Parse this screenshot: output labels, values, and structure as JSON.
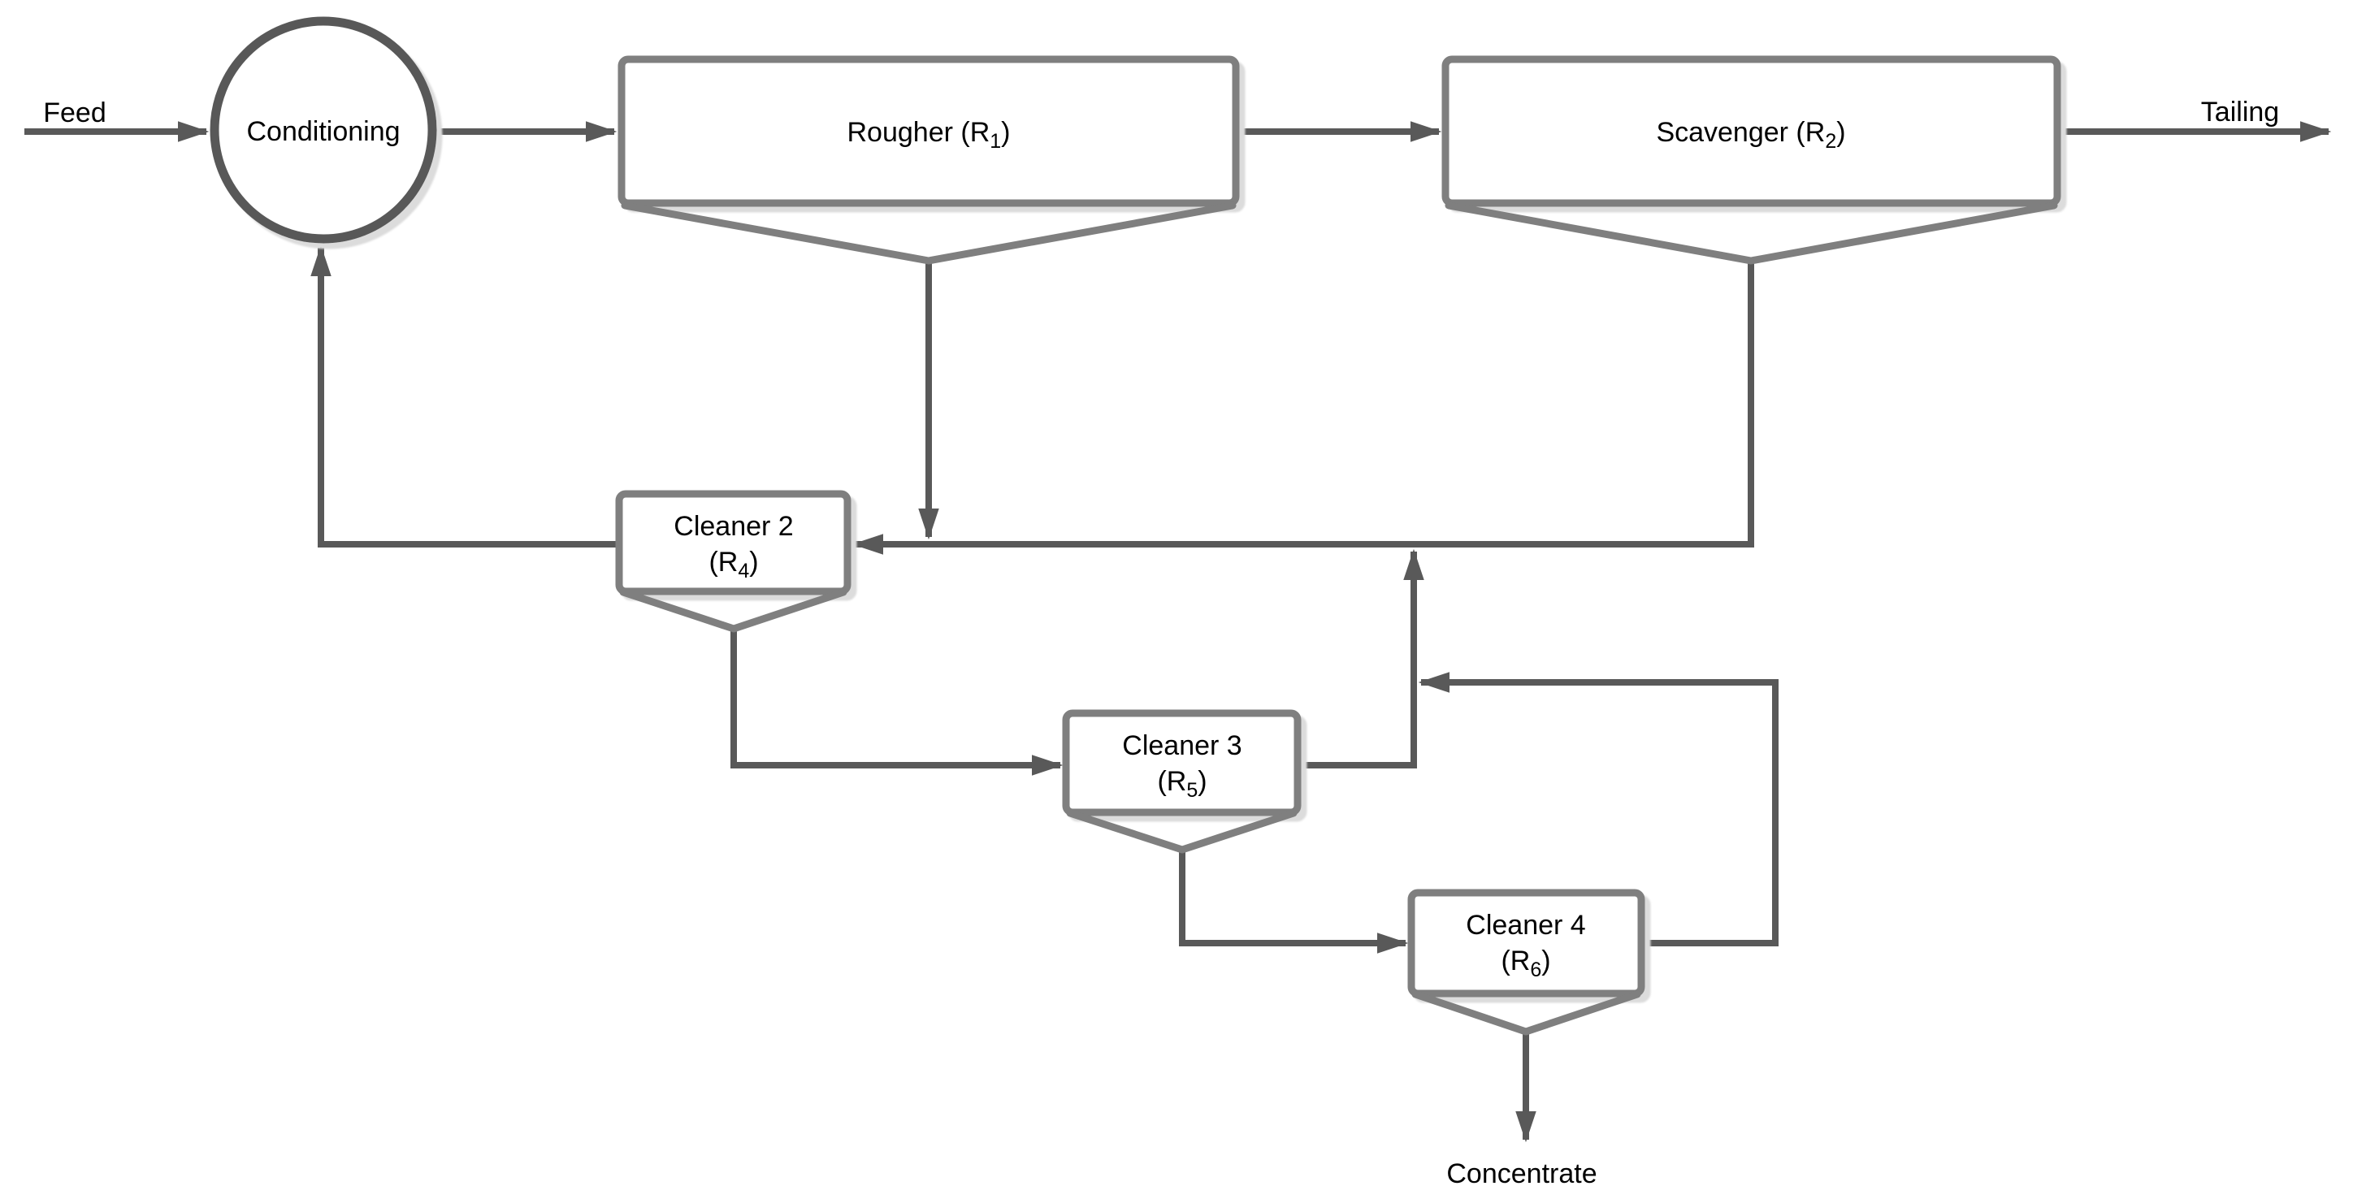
{
  "stream_labels": {
    "feed": "Feed",
    "tailing": "Tailing",
    "concentrate": "Concentrate"
  },
  "nodes": {
    "conditioning": {
      "label": "Conditioning"
    },
    "rougher": {
      "label_main": "Rougher (R",
      "label_sub": "1",
      "label_close": ")"
    },
    "scavenger": {
      "label_main": "Scavenger (R",
      "label_sub": "2",
      "label_close": ")"
    },
    "cleaner2": {
      "line1": "Cleaner 2",
      "label_open": "(R",
      "label_sub": "4",
      "label_close": ")"
    },
    "cleaner3": {
      "line1": "Cleaner 3",
      "label_open": "(R",
      "label_sub": "5",
      "label_close": ")"
    },
    "cleaner4": {
      "line1": "Cleaner 4",
      "label_open": "(R",
      "label_sub": "6",
      "label_close": ")"
    }
  },
  "colors": {
    "node_border": "#7f7f7f",
    "vessel_outline": "#595959",
    "flow_line": "#595959",
    "arrowhead": "#595959",
    "text": "#000000",
    "background": "#ffffff",
    "shadow": "#dcdcdc"
  }
}
